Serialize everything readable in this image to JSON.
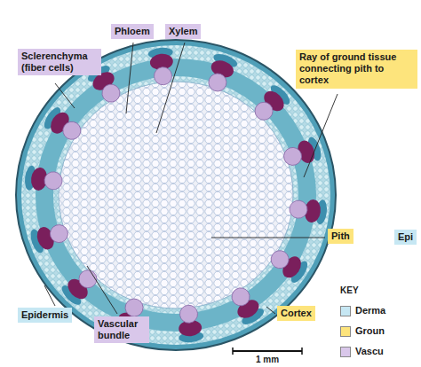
{
  "diagram": {
    "nodes": [
      {
        "text": [
          "Phloem"
        ]
      },
      {
        "text": [
          "Xylem"
        ]
      },
      {
        "text": [
          "Sclerenchyma (fiber cells)"
        ]
      },
      {
        "text": [
          "Ray of ground tissue connecting pith to cortex"
        ]
      },
      {
        "text": [
          "Pith"
        ]
      },
      {
        "text": [
          "Epi"
        ]
      },
      {
        "text": [
          "Epidermis"
        ]
      },
      {
        "text": [
          "Vascular bundle"
        ]
      },
      {
        "text": [
          "Cortex"
        ]
      }
    ],
    "labels": [
      "1 mm",
      "KEY"
    ],
    "legend": [
      {
        "text": "Derma",
        "color": "#c6e7f3"
      },
      {
        "text": "Groun",
        "color": "#fde47c"
      },
      {
        "text": "Vascu",
        "color": "#d9c7ea"
      }
    ]
  }
}
